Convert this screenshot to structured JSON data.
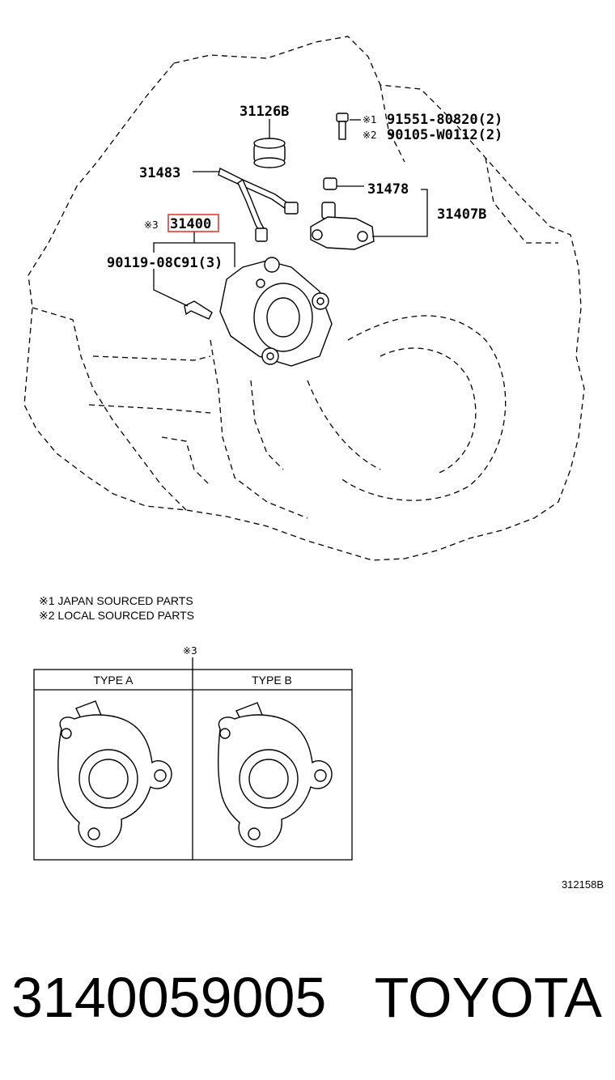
{
  "parts": {
    "p31126b": "31126B",
    "p31483": "31483",
    "p31400": "31400",
    "p31400_ref": "※3",
    "p90119": "90119-08C91(3)",
    "p31478": "31478",
    "p31407b": "31407B",
    "p91551_ref": "※1",
    "p91551": "91551-80820(2)",
    "p90105_ref": "※2",
    "p90105": "90105-W0112(2)"
  },
  "highlight_color": "#e53935",
  "notes": {
    "line1": "※1 JAPAN SOURCED PARTS",
    "line2": "※2 LOCAL SOURCED PARTS"
  },
  "inset": {
    "ref": "※3",
    "type_a": "TYPE A",
    "type_b": "TYPE B"
  },
  "diagram_code": "312158B",
  "caption": {
    "part_number": "3140059005",
    "brand": "TOYOTA"
  }
}
